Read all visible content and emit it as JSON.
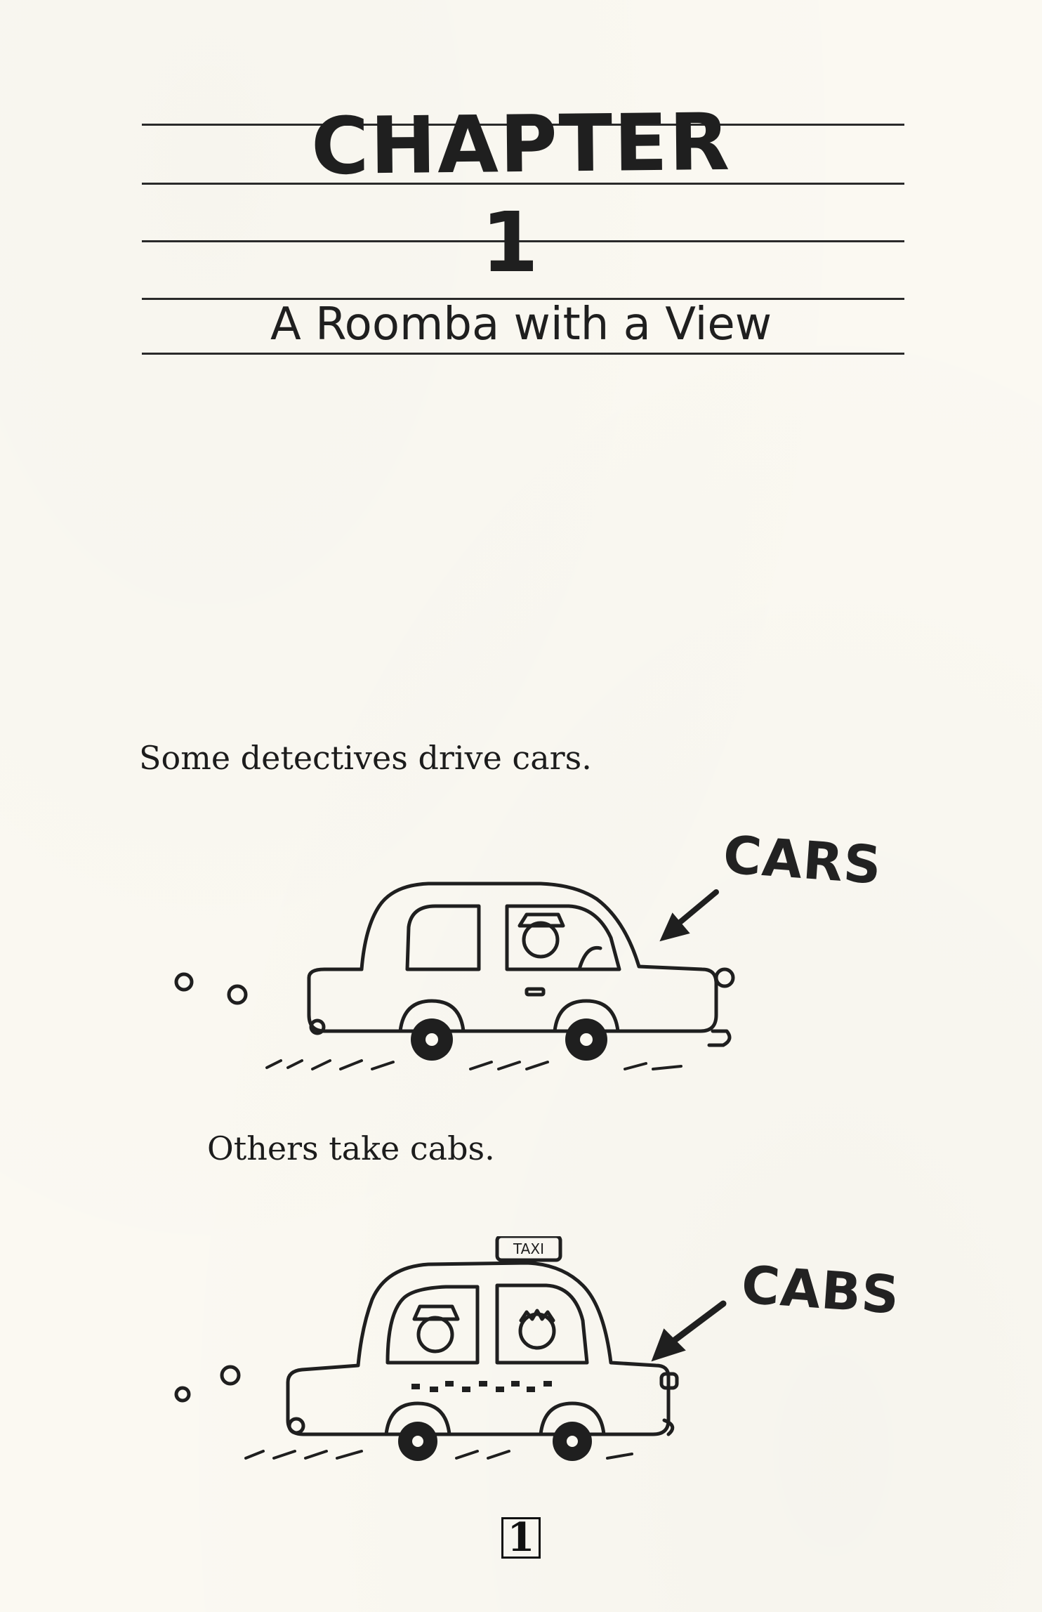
{
  "chapter": {
    "word": "CHAPTER",
    "number": "1",
    "title": "A Roomba with a View"
  },
  "paragraphs": {
    "first": "Some detectives drive cars.",
    "second": "Others take cabs."
  },
  "illustrations": {
    "car_label": "CARS",
    "cab_label": "CABS",
    "taxi_sign": "TAXI"
  },
  "footer": {
    "page_number": "1"
  }
}
